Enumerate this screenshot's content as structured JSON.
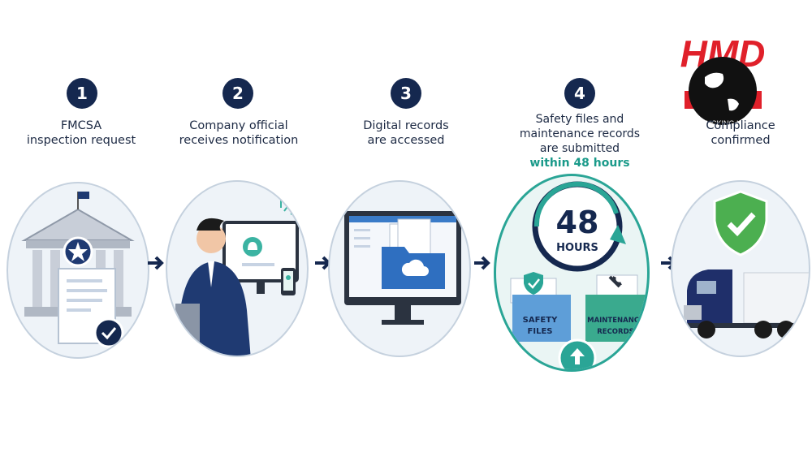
{
  "steps": [
    {
      "number": "1",
      "line1": "FMCSA",
      "line2": "inspection request",
      "line3": "",
      "highlight": ""
    },
    {
      "number": "2",
      "line1": "Company official",
      "line2": "receives notification",
      "line3": "",
      "highlight": ""
    },
    {
      "number": "3",
      "line1": "Digital records",
      "line2": "are accessed",
      "line3": "",
      "highlight": ""
    },
    {
      "number": "4",
      "line1": "Safety files and",
      "line2": "maintenance records",
      "line3": "are submitted",
      "highlight": "within 48 hours"
    },
    {
      "number": "",
      "line1": "Compliance",
      "line2": "confirmed",
      "line3": "",
      "highlight": ""
    }
  ],
  "timer": {
    "value": "48",
    "unit": "HOURS"
  },
  "folders": {
    "safety_line1": "SAFETY",
    "safety_line2": "FILES",
    "maint_line1": "MAINTENANCE",
    "maint_line2": "RECORDS"
  },
  "logo": {
    "text": "HMD",
    "subtext": "TRUCKING INC"
  },
  "colors": {
    "navy": "#15284f",
    "teal": "#2aa596",
    "accent_red": "#e0202a",
    "check_green": "#4caf50"
  }
}
